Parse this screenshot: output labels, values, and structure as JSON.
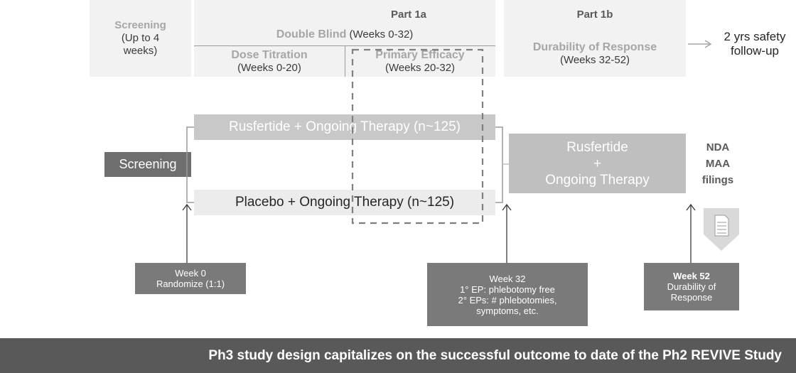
{
  "header": {
    "screening": {
      "title": "Screening",
      "line2": "(Up to 4",
      "line3": "weeks)"
    },
    "part1a": "Part 1a",
    "double_blind": {
      "bold": "Double Blind",
      "rest": " (Weeks 0-32)"
    },
    "dose_titration": {
      "title": "Dose Titration",
      "weeks": "(Weeks 0-20)"
    },
    "primary_efficacy": {
      "title": "Primary Efficacy",
      "weeks": "(Weeks 20-32)"
    },
    "part1b": "Part 1b",
    "durability": {
      "title": "Durability of Response",
      "weeks": "(Weeks 32-52)"
    },
    "safety_followup": {
      "line1": "2 yrs safety",
      "line2": "follow-up"
    }
  },
  "flow": {
    "screening_box": "Screening",
    "arm_rusfertide": "Rusfertide + Ongoing Therapy (n~125)",
    "arm_placebo": "Placebo + Ongoing Therapy (n~125)",
    "extension": {
      "line1": "Rusfertide",
      "line2": "+",
      "line3": "Ongoing Therapy"
    },
    "filings": {
      "line1": "NDA",
      "line2": "MAA",
      "line3": "filings"
    }
  },
  "milestones": {
    "week0": {
      "line1": "Week 0",
      "line2": "Randomize (1:1)"
    },
    "week32": {
      "line1": "Week 32",
      "line2": "1° EP: phlebotomy free",
      "line3": "2° EPs: # phlebotomies,",
      "line4": "symptoms, etc."
    },
    "week52": {
      "line1": "Week 52",
      "line2": "Durability of",
      "line3": "Response"
    }
  },
  "footer": "Ph3 study design capitalizes on the successful outcome to date of the Ph2 REVIVE Study",
  "colors": {
    "dark_box": "#7a7a7a",
    "light_box": "#f2f2f2",
    "footer": "#595959",
    "dashed_outline": "#7f7f7f"
  },
  "icons": {
    "document": "document-icon"
  }
}
